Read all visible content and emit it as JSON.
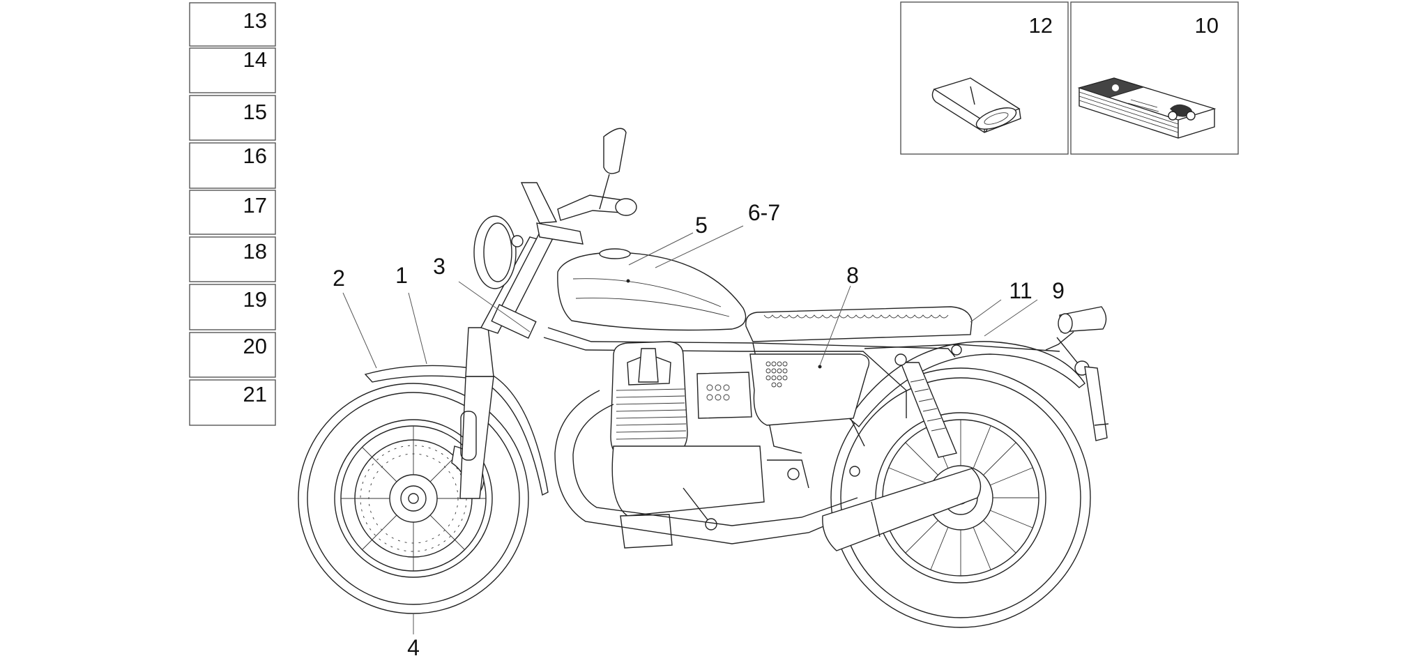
{
  "part_boxes": [
    "13",
    "14",
    "15",
    "16",
    "17",
    "18",
    "19",
    "20",
    "21"
  ],
  "insets": [
    {
      "label": "12",
      "icon": "packet-icon"
    },
    {
      "label": "10",
      "icon": "manual-booklet-icon"
    }
  ],
  "callouts": [
    {
      "label": "1"
    },
    {
      "label": "2"
    },
    {
      "label": "3"
    },
    {
      "label": "4"
    },
    {
      "label": "5"
    },
    {
      "label": "6-7"
    },
    {
      "label": "8"
    },
    {
      "label": "9"
    },
    {
      "label": "11"
    }
  ],
  "colors": {
    "line": "#222222",
    "box_border": "#555555",
    "background": "#ffffff"
  }
}
